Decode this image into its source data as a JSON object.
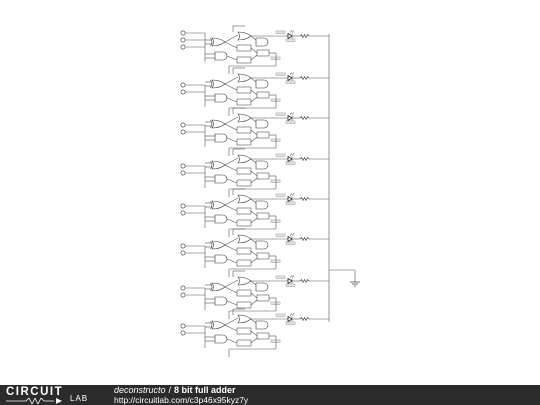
{
  "footer": {
    "logo_top": "CIRCUIT",
    "logo_bottom": "LAB",
    "author": "deconstructo",
    "separator": "/",
    "title": "8 bit full adder",
    "url": "http://circuitlab.com/c3p46x95kyz7y"
  },
  "schematic": {
    "stage_count": 8,
    "components": [
      "input-pin",
      "and-gate",
      "or-gate",
      "xor-gate",
      "led",
      "resistor",
      "ground",
      "probe"
    ]
  },
  "colors": {
    "footer_bg": "#2b2b2b",
    "wire": "#555555",
    "led_accent": "#000000"
  }
}
